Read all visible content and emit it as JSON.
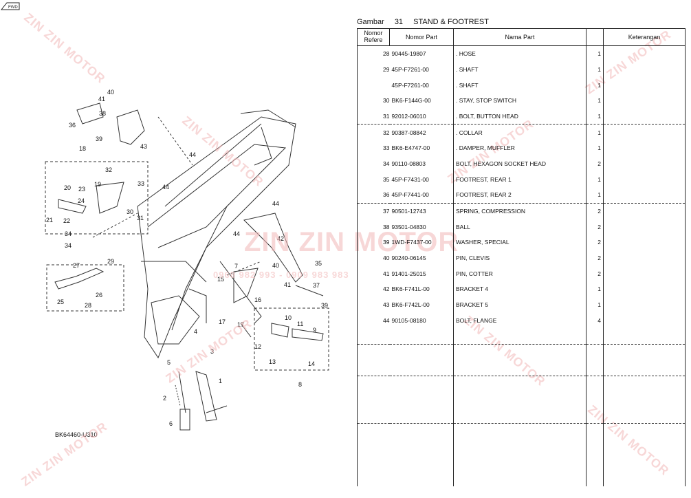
{
  "header": {
    "gambar_label": "Gambar",
    "gambar_number": "31",
    "title": "STAND & FOOTREST"
  },
  "columns": {
    "ref": "Nomor Refere",
    "part_no": "Nomor Part",
    "part_name": "Nama Part",
    "qty": "",
    "note": "Keterangan"
  },
  "rows": [
    {
      "ref": "28",
      "part_no": "90445-19807",
      "name": ". HOSE",
      "qty": "1"
    },
    {
      "ref": "29",
      "part_no": "45P-F7261-00",
      "name": ". SHAFT",
      "qty": "1"
    },
    {
      "ref": "",
      "part_no": "45P-F7261-00",
      "name": ". SHAFT",
      "qty": "1"
    },
    {
      "ref": "30",
      "part_no": "BK6-F144G-00",
      "name": ". STAY, STOP SWITCH",
      "qty": "1"
    },
    {
      "ref": "31",
      "part_no": "92012-06010",
      "name": ". BOLT, BUTTON HEAD",
      "qty": "1"
    },
    {
      "ref": "32",
      "part_no": "90387-08842",
      "name": ". COLLAR",
      "qty": "1"
    },
    {
      "ref": "33",
      "part_no": "BK6-E4747-00",
      "name": ". DAMPER, MUFFLER",
      "qty": "1"
    },
    {
      "ref": "34",
      "part_no": "90110-08803",
      "name": "BOLT, HEXAGON SOCKET HEAD",
      "qty": "2"
    },
    {
      "ref": "35",
      "part_no": "45P-F7431-00",
      "name": "FOOTREST, REAR 1",
      "qty": "1"
    },
    {
      "ref": "36",
      "part_no": "45P-F7441-00",
      "name": "FOOTREST, REAR 2",
      "qty": "1"
    },
    {
      "ref": "37",
      "part_no": "90501-12743",
      "name": "SPRING, COMPRESSION",
      "qty": "2"
    },
    {
      "ref": "38",
      "part_no": "93501-04830",
      "name": "BALL",
      "qty": "2"
    },
    {
      "ref": "39",
      "part_no": "1WD-F7437-00",
      "name": "WASHER, SPECIAL",
      "qty": "2"
    },
    {
      "ref": "40",
      "part_no": "90240-06145",
      "name": "PIN, CLEVIS",
      "qty": "2"
    },
    {
      "ref": "41",
      "part_no": "91401-25015",
      "name": "PIN, COTTER",
      "qty": "2"
    },
    {
      "ref": "42",
      "part_no": "BK6-F741L-00",
      "name": "BRACKET 4",
      "qty": "1"
    },
    {
      "ref": "43",
      "part_no": "BK6-F742L-00",
      "name": "BRACKET 5",
      "qty": "1"
    },
    {
      "ref": "44",
      "part_no": "90105-08180",
      "name": "BOLT, FLANGE",
      "qty": "4"
    },
    {
      "ref": "",
      "part_no": "",
      "name": "",
      "qty": ""
    },
    {
      "ref": "",
      "part_no": "",
      "name": "",
      "qty": ""
    },
    {
      "ref": "",
      "part_no": "",
      "name": "",
      "qty": ""
    },
    {
      "ref": "",
      "part_no": "",
      "name": "",
      "qty": ""
    },
    {
      "ref": "",
      "part_no": "",
      "name": "",
      "qty": ""
    },
    {
      "ref": "",
      "part_no": "",
      "name": "",
      "qty": ""
    },
    {
      "ref": "",
      "part_no": "",
      "name": "",
      "qty": ""
    },
    {
      "ref": "",
      "part_no": "",
      "name": "",
      "qty": ""
    },
    {
      "ref": "",
      "part_no": "",
      "name": "",
      "qty": ""
    },
    {
      "ref": "",
      "part_no": "",
      "name": "",
      "qty": ""
    }
  ],
  "diagram": {
    "code": "BK64460-U310",
    "fwd": "FWD",
    "callouts": [
      "1",
      "2",
      "3",
      "4",
      "5",
      "6",
      "7",
      "8",
      "9",
      "10",
      "11",
      "12",
      "13",
      "14",
      "15",
      "16",
      "17",
      "17",
      "18",
      "19",
      "20",
      "21",
      "22",
      "23",
      "24",
      "25",
      "26",
      "27",
      "28",
      "29",
      "30",
      "31",
      "32",
      "33",
      "34",
      "34",
      "35",
      "36",
      "37",
      "38",
      "39",
      "39",
      "40",
      "40",
      "41",
      "41",
      "42",
      "43",
      "44",
      "44",
      "44",
      "44"
    ]
  },
  "watermark": {
    "brand": "ZIN ZIN MOTOR",
    "phone": "0968 982 993 - 0909 983 983"
  },
  "colors": {
    "line": "#222222",
    "watermark": "#f2b8b8"
  }
}
